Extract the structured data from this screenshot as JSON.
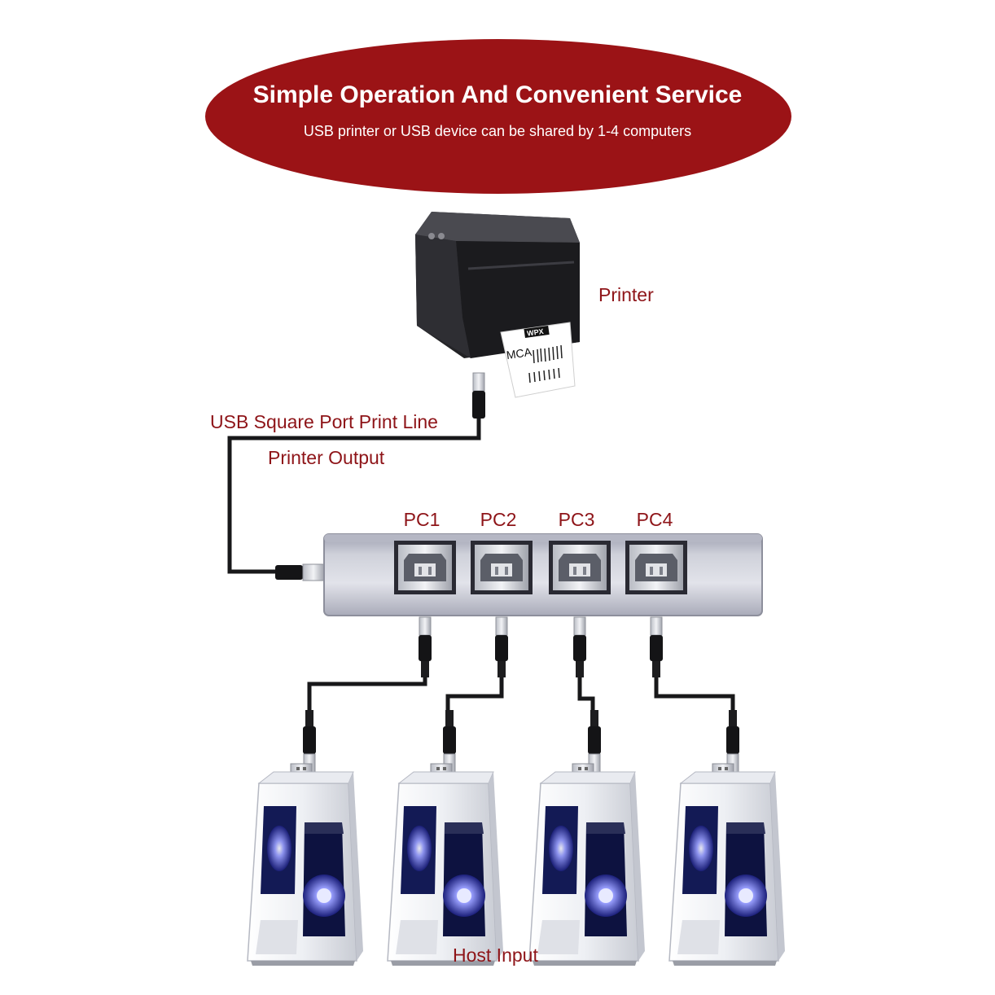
{
  "banner": {
    "title": "Simple Operation And Convenient Service",
    "subtitle": "USB printer or USB device can be shared by 1-4 computers",
    "color": "#9b1316"
  },
  "label_color": "#8e1418",
  "printer": {
    "label": "Printer",
    "ticket_brand": "WPX",
    "ticket_code": "MCA"
  },
  "cable_label": "USB Square Port Print Line",
  "output_label": "Printer Output",
  "ports": [
    {
      "label": "PC1"
    },
    {
      "label": "PC2"
    },
    {
      "label": "PC3"
    },
    {
      "label": "PC4"
    }
  ],
  "host_label": "Host Input"
}
